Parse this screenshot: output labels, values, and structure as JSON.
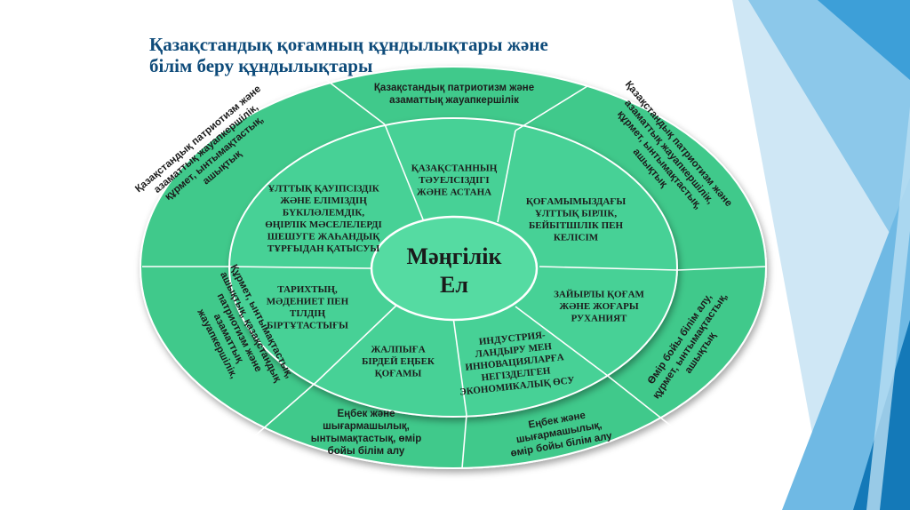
{
  "title": {
    "line1": "Қазақстандық қоғамның құндылықтары және",
    "line2": "білім беру құндылықтары"
  },
  "center": {
    "line1": "Мәңгілік",
    "line2": "Ел"
  },
  "inner": [
    [
      "ҚАЗАҚСТАННЫҢ",
      "ТӘУЕЛСІЗДІГІ",
      "ЖӘНЕ АСТАНА"
    ],
    [
      "ҚОҒАМЫМЫЗДАҒЫ",
      "ҰЛТТЫҚ БІРЛІК,",
      "БЕЙБІТШІЛІК ПЕН",
      "КЕЛІСІМ"
    ],
    [
      "ЗАЙЫРЛЫ ҚОҒАМ",
      "ЖӘНЕ ЖОҒАРЫ",
      "РУХАНИЯТ"
    ],
    [
      "ИНДУСТРИЯ-",
      "ЛАНДЫРУ МЕН",
      "ИННОВАЦИЯЛАРҒА",
      "НЕГІЗДЕЛГЕН",
      "ЭКОНОМИКАЛЫҚ ӨСУ"
    ],
    [
      "ЖАЛПЫҒА",
      "БІРДЕЙ ЕҢБЕК",
      "ҚОҒАМЫ"
    ],
    [
      "ТАРИХТЫҢ,",
      "МӘДЕНИЕТ ПЕН",
      "ТІЛДІҢ",
      "БІРТҰТАСТЫҒЫ"
    ],
    [
      "ҰЛТТЫҚ ҚАУІПСІЗДІК",
      "ЖӘНЕ ЕЛІМІЗДІҢ",
      "БҮКІЛӘЛЕМДІК,",
      "ӨҢІРЛІК МӘСЕЛЕЛЕРДІ",
      "ШЕШУГЕ ЖАҺАНДЫҚ",
      "ТҰРҒЫДАН ҚАТЫСУЫ"
    ]
  ],
  "outer": [
    [
      "Қазақстандық патриотизм және",
      "азаматтық жауапкершілік"
    ],
    [
      "Қазақстандық патриотизм және",
      "азаматтық жауапкершілік,",
      "құрмет, ынтымақтастық,",
      "ашықтық"
    ],
    [
      "Өмір бойы білім алу,",
      "құрмет, ынтымақтастық,",
      "ашықтық"
    ],
    [
      "Еңбек және",
      "шығармашылық,",
      "өмір бойы білім алу"
    ],
    [
      "Еңбек және",
      "шығармашылық,",
      "ынтымақтастық, өмір",
      "бойы білім алу"
    ],
    [
      "Құрмет, ынтымақтастық,",
      "ашықтық, қазақстандық",
      "патриотизм және",
      "азаматтық",
      "жауапкершілік,"
    ],
    [
      "Қазақстандық патриотизм және",
      "азаматтық жауапкершілік,",
      "құрмет, ынтымақтастық,",
      "ашықтық"
    ]
  ],
  "colors": {
    "ring_outer": "#3fc98b",
    "ring_inner": "#46d196",
    "center": "#55dba2",
    "deco_light": "#a9d6ee",
    "deco_mid": "#4aa3d6",
    "deco_dark": "#1479b8"
  }
}
